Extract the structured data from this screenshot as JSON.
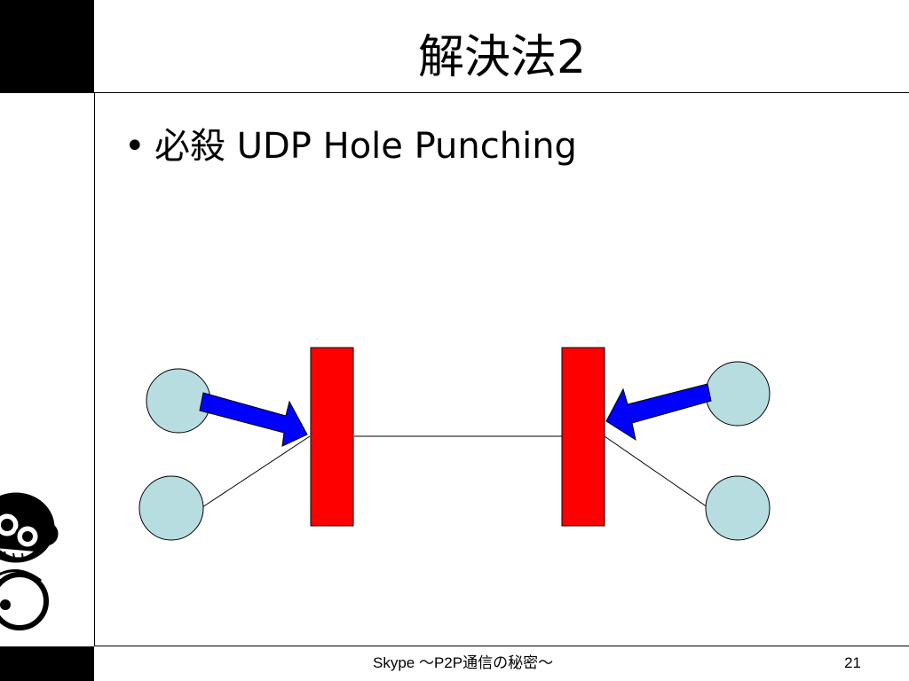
{
  "slide": {
    "title": "解決法2",
    "bullet_marker": "•",
    "bullet_text": "必殺 UDP Hole Punching"
  },
  "footer": {
    "title": "Skype ～P2P通信の秘密～",
    "page_number": "21"
  },
  "colors": {
    "nat_box": "#ff0000",
    "host_fill": "#b7dde0",
    "arrow_fill": "#0000ff",
    "frame": "#000000"
  },
  "icons": {
    "mascot": "cartoon-monkey-icon"
  }
}
